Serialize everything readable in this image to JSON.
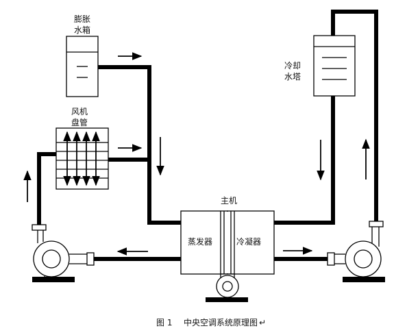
{
  "labels": {
    "expansion_tank_line1": "膨胀",
    "expansion_tank_line2": "水箱",
    "fan_coil_line1": "风机",
    "fan_coil_line2": "盘管",
    "cooling_tower_line1": "冷却",
    "cooling_tower_line2": "水塔",
    "main_unit": "主机",
    "evaporator": "蒸发器",
    "condenser": "冷凝器"
  },
  "caption": {
    "figure_no": "图 1",
    "title": "中央空调系统原理图",
    "mark": "↵"
  }
}
